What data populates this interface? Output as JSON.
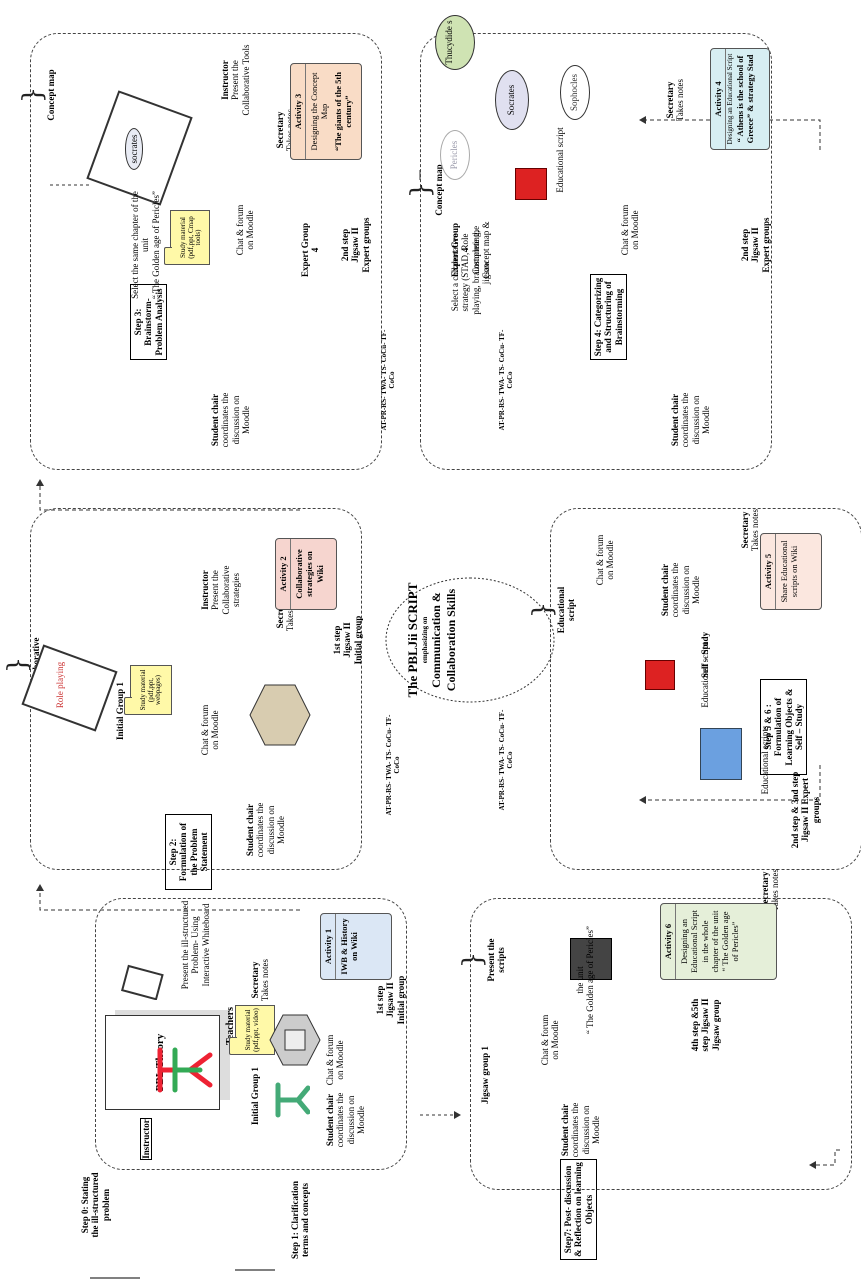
{
  "center": {
    "title": "The PBLJii SCRIPT",
    "subtitle": "emphasizing on",
    "focus": "Communication & Collaboration Skills"
  },
  "codes": [
    "AT-PR-RS- TWA- TS- CoCu- TF- CoCo",
    "AT-PR-RS- TWA- TS- CoCu- TF- CoCo",
    "AT-PR-RS- TWA- TS- CoCu- TF- CoCo",
    "AT-PR-RS- TWA- TS- CoCu- TF- CoCo"
  ],
  "steps": {
    "s0": "Step 0: Stating the ill-structured problem",
    "s1": "Step 1: Clarification terms and concepts",
    "s2": "Step 2: Formulation of the Problem Statement",
    "s3": "Step 3: Brainstorm- Problem Analysis",
    "s4": "Step 4: Categorizing and Structuring of Brainstorming",
    "s56": "Step 5 & 6 : Formulation of Learning Objects & Self – Study",
    "s7": "Step7: Post- discussion & Reflection on learning Objects"
  },
  "panel1": {
    "pbl": "PBL Theory",
    "instructor": "Instructor",
    "teachers": "Teachers",
    "iwb": "Present the ill-structured Problem- Using Interactive Whiteboard",
    "group": "Initial Group 1",
    "chair": "Student chair",
    "chair_desc": "coordinates the discussion on Moodle",
    "chat": "Chat & forum on Moodle",
    "study": "Study material (pdf,ppt, video)",
    "secretary": "Secretary",
    "secretary_desc": "Takes notes",
    "act_title": "Activity 1",
    "act_body": "IWB & History on Wiki",
    "footer": "1st step Jigsaw II Initial group"
  },
  "panel2": {
    "brace_label": "Collaborative strategies",
    "role": "Role playing",
    "group": "Initial Group 1",
    "study": "Study material (pdf,ppt, webpages)",
    "chat": "Chat & forum on Moodle",
    "instructor": "Instructor",
    "instr_desc": "Present the Collaborative strategies",
    "secretary": "Secretary",
    "secretary_desc": "Takes notes",
    "chair": "Student chair",
    "chair_desc": "coordinates the discussion on Moodle",
    "act_title": "Activity 2",
    "act_body": "Collaborative strategies on Wiki",
    "footer": "1st step Jigsaw II Initial group"
  },
  "panel3": {
    "brace_label": "Concept map",
    "board": "socrates",
    "instructor": "Instructor",
    "instr_desc": "Present the Collaborative Tools",
    "chapter": "Select the same chapter of the unit",
    "chapter_title": "“ The Golden age of Pericles”",
    "study": "Study material (pdf,ppt, Cmap tools)",
    "chat": "Chat & forum on Moodle",
    "expert": "Expert Group 4",
    "secretary": "Secretary",
    "secretary_desc": "Takes notes",
    "chair": "Student chair",
    "chair_desc": "coordinates the discussion on Moodle",
    "act_title": "Activity 3",
    "act_body": "Designing the Concept Map",
    "act_bold": "“The giants of the 5th century”",
    "footer": "2nd step Jigsaw II Expert groups"
  },
  "panel4": {
    "brace_label": "Concept map",
    "nodes": [
      "Thucydide s",
      "Socrates",
      "Sophocles",
      "Pericles"
    ],
    "expert": "Expert Group 4",
    "expert_desc": "Complete the Concept map &",
    "strategy": "Select a collaborative strategy (STAD, Role playing, brainstorming, jigsaw",
    "edu": "Educational script",
    "chat": "Chat & forum on Moodle",
    "secretary": "Secretary",
    "secretary_desc": "Takes notes",
    "chair": "Student chair",
    "chair_desc": "coordinates the discussion on Moodle",
    "act_title": "Activity 4",
    "act_sub": "Designing an Educational Script",
    "act_bold": "“ Athens is the school of Greece” & strategy Stad",
    "footer": "2nd step Jigsaw II Expert groups"
  },
  "panel5": {
    "brace_label": "Educational script",
    "chat": "Chat & forum on Moodle",
    "selfstudy": "Self – Study",
    "edu": "Educational script",
    "edus": "Educational scripts",
    "chair": "Student chair",
    "chair_desc": "coordinates the discussion on Moodle",
    "secretary": "Secretary",
    "secretary_desc": "Takes notes",
    "act_title": "Activity 5",
    "act_body": "Share Educational scripts on Wiki",
    "footer": "2nd step & 3nd step Jigsaw II Expert groups"
  },
  "panel6": {
    "brace_label": "Present the scripts",
    "unit": "the unit",
    "unit_title": "“ The Golden age of Pericles”",
    "chat": "Chat & forum on Moodle",
    "group": "Jigsaw group 1",
    "chair": "Student chair",
    "chair_desc": "coordinates the discussion on Moodle",
    "secretary": "Secretary",
    "secretary_desc": "Takes notes",
    "act_title": "Activity 6",
    "act_body": "Designing an Educational Script in the whole chapter of the unit “ The Golden age of Pericles”",
    "footer": "4th step &5th step Jigsaw II Jigsaw group"
  }
}
